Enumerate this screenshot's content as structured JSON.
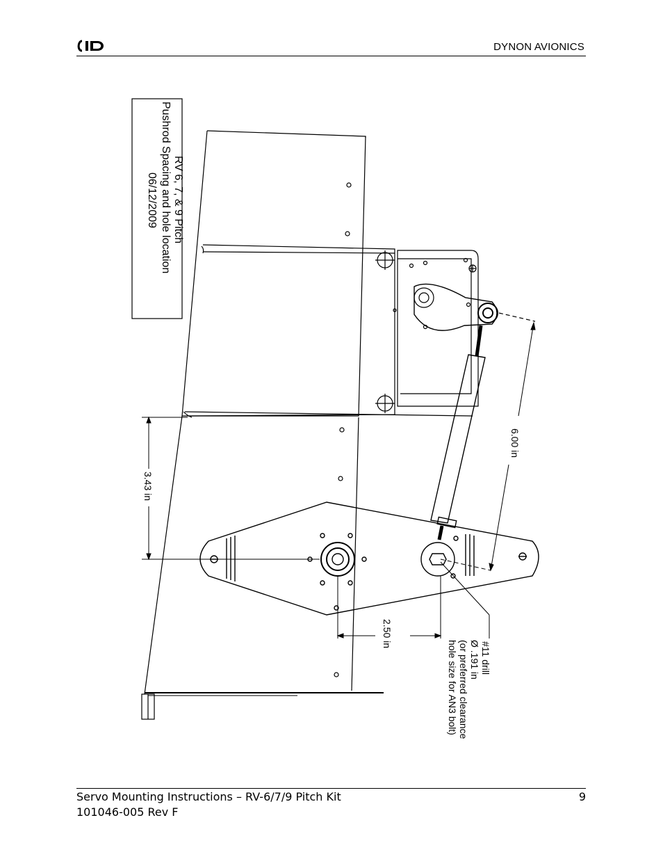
{
  "header": {
    "company": "DYNON AVIONICS"
  },
  "drawing": {
    "title_line1": "RV 6, 7, &  9 Pitch",
    "title_line2": "Pushrod Spacing and hole location",
    "title_line3": "06/12/2009",
    "dim_pushrod": "6.00 in",
    "dim_vertical": "3.43 in",
    "dim_horizontal": "2.50 in",
    "note_line1": "#11 drill",
    "note_line2": "Ø .191 in",
    "note_line3": "(or preferred clearance",
    "note_line4": "hole size for AN3 bolt)"
  },
  "footer": {
    "doc_title": "Servo Mounting Instructions – RV-6/7/9 Pitch Kit",
    "page_number": "9",
    "doc_rev": "101046-005 Rev F"
  }
}
